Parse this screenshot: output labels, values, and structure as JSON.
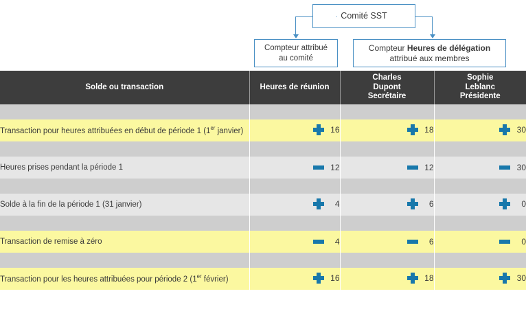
{
  "diagram": {
    "root": {
      "label": "Comité SST"
    },
    "children": [
      {
        "name": "committee-counter",
        "line1": "Compteur attribué",
        "line2": "au comité"
      },
      {
        "name": "member-counter",
        "line1_pre": "Compteur ",
        "line1_bold": "Heures de délégation",
        "line2": "attribué aux membres"
      }
    ],
    "accent_color": "#4a90c4"
  },
  "table": {
    "headers": {
      "label": "Solde ou transaction",
      "col1": "Heures de réunion",
      "col2": [
        "Charles",
        "Dupont",
        "Secrétaire"
      ],
      "col3": [
        "Sophie",
        "Leblanc",
        "Présidente"
      ]
    },
    "rows": [
      {
        "label_pre": "Transaction pour heures attribuées en début de période 1 (1",
        "label_sup": "er",
        "label_post": " janvier)",
        "highlight": "yellow",
        "values": [
          {
            "sign": "plus",
            "value": "16"
          },
          {
            "sign": "plus",
            "value": "18"
          },
          {
            "sign": "plus",
            "value": "30"
          }
        ]
      },
      {
        "label": "Heures prises pendant la période 1",
        "highlight": "light",
        "values": [
          {
            "sign": "minus",
            "value": "12"
          },
          {
            "sign": "minus",
            "value": "12"
          },
          {
            "sign": "minus",
            "value": "30"
          }
        ]
      },
      {
        "label": "Solde à la fin de la période 1 (31 janvier)",
        "highlight": "light",
        "values": [
          {
            "sign": "plus",
            "value": "4"
          },
          {
            "sign": "plus",
            "value": "6"
          },
          {
            "sign": "plus",
            "value": "0"
          }
        ]
      },
      {
        "label": "Transaction de remise à zéro",
        "highlight": "yellow",
        "values": [
          {
            "sign": "minus",
            "value": "4"
          },
          {
            "sign": "minus",
            "value": "6"
          },
          {
            "sign": "minus",
            "value": "0"
          }
        ]
      },
      {
        "label_pre": "Transaction pour les heures attribuées pour période 2 (1",
        "label_sup": "er",
        "label_post": " février)",
        "highlight": "yellow",
        "values": [
          {
            "sign": "plus",
            "value": "16"
          },
          {
            "sign": "plus",
            "value": "18"
          },
          {
            "sign": "plus",
            "value": "30"
          }
        ]
      }
    ],
    "colors": {
      "header_bg": "#3d3d3d",
      "spacer_bg": "#cecece",
      "light_bg": "#e6e6e6",
      "yellow_bg": "#fbf8a0",
      "icon_blue": "#1878ab"
    }
  }
}
